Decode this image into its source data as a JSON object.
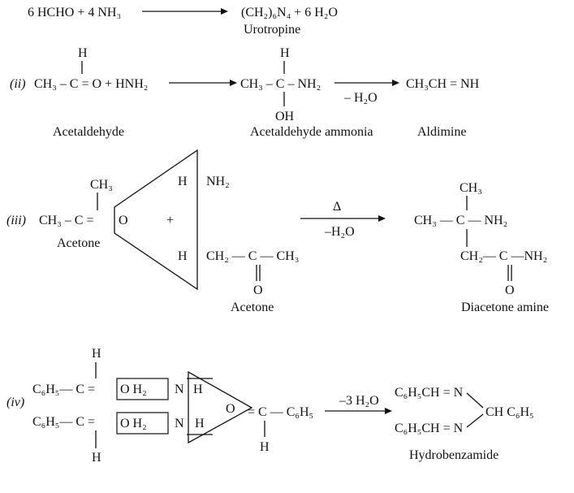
{
  "colors": {
    "ink": "#111111",
    "background": "#ffffff"
  },
  "reaction_i": {
    "reactants": "6 HCHO + 4 NH₃",
    "products": "(CH₂)₆N₄ + 6 H₂O",
    "product_name": "Urotropine"
  },
  "reaction_ii": {
    "label": "(ii)",
    "reactant_H": "H",
    "reactant": "CH₃ – C = O + HNH₂",
    "intermediate_H": "H",
    "intermediate": "CH₃ – C – NH₂",
    "intermediate_OH": "OH",
    "condition": "– H₂O",
    "product": "CH₃CH = NH",
    "names": [
      "Acetaldehyde",
      "Acetaldehyde ammonia",
      "Aldimine"
    ]
  },
  "reaction_iii": {
    "label": "(iii)",
    "methyl_top": "CH₃",
    "reactant_left": "CH₃ – C =",
    "oxygen": "O",
    "plus": "+",
    "h_top": "H",
    "nh2": "NH₂",
    "h_bottom": "H",
    "second_reactant": "CH₂ — C — CH₃",
    "second_oxygen": "O",
    "condition_top": "Δ",
    "condition_bottom": "–H₂O",
    "product_methyl_top": "CH₃",
    "product_row1": "CH₃ — C — NH₂",
    "product_row2": "CH₂— C —NH₂",
    "product_oxygen": "O",
    "names": [
      "Acetone",
      "Acetone",
      "Diacetone amine"
    ]
  },
  "reaction_iv": {
    "label": "(iv)",
    "h_top": "H",
    "row1": "C₆H₅— C =",
    "row2": "C₆H₅— C =",
    "h_bottom": "H",
    "box_oh2": "O  H₂",
    "n": "N",
    "h": "H",
    "o": "O",
    "right_part": "= C — C₆H₅",
    "right_h": "H",
    "condition": "–3 H₂O",
    "product_row1": "C₆H₅CH = N",
    "product_row2": "C₆H₅CH = N",
    "product_right": "CH C₆H₅",
    "product_name": "Hydrobenzamide"
  }
}
